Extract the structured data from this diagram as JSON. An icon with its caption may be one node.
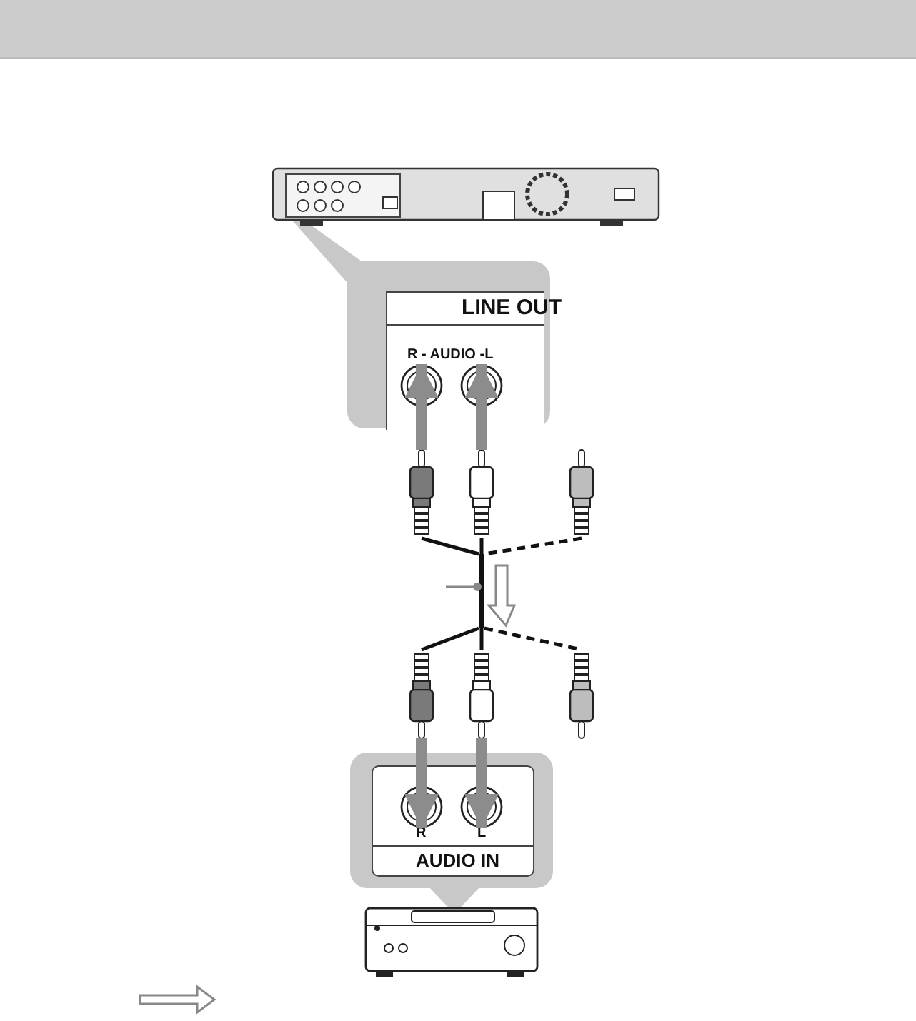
{
  "diagram": {
    "nodes": [
      {
        "text": [],
        "shape": "picture"
      },
      {
        "text": [
          "LINE OUT",
          "R - AUDIO -L"
        ]
      },
      {
        "text": [],
        "shape": "plug"
      },
      {
        "text": [],
        "shape": "plug"
      },
      {
        "text": [],
        "shape": "plug"
      },
      {
        "text": [],
        "shape": "cable"
      },
      {
        "text": [],
        "shape": "plug"
      },
      {
        "text": [],
        "shape": "plug"
      },
      {
        "text": [],
        "shape": "plug"
      },
      {
        "text": [
          "R",
          "L",
          "AUDIO IN"
        ]
      },
      {
        "text": [],
        "shape": "picture"
      }
    ],
    "edges": [
      {
        "from": 2,
        "to": 1,
        "arrow": "to",
        "style": "thick",
        "color": "#8c8c8c"
      },
      {
        "from": 3,
        "to": 1,
        "arrow": "to",
        "style": "thick",
        "color": "#8c8c8c"
      },
      {
        "from": 2,
        "to": 5,
        "arrow": "none"
      },
      {
        "from": 3,
        "to": 5,
        "arrow": "none"
      },
      {
        "from": 4,
        "to": 5,
        "arrow": "none",
        "style": "dashed"
      },
      {
        "from": 5,
        "to": 6,
        "arrow": "none"
      },
      {
        "from": 5,
        "to": 7,
        "arrow": "none"
      },
      {
        "from": 5,
        "to": 8,
        "arrow": "none",
        "style": "dashed"
      },
      {
        "from": null,
        "to": 5,
        "arrow": "other",
        "color": "#888888"
      },
      {
        "from": 6,
        "to": 9,
        "arrow": "to",
        "style": "thick",
        "color": "#8c8c8c"
      },
      {
        "from": 7,
        "to": 9,
        "arrow": "to",
        "style": "thick",
        "color": "#8c8c8c"
      }
    ]
  }
}
